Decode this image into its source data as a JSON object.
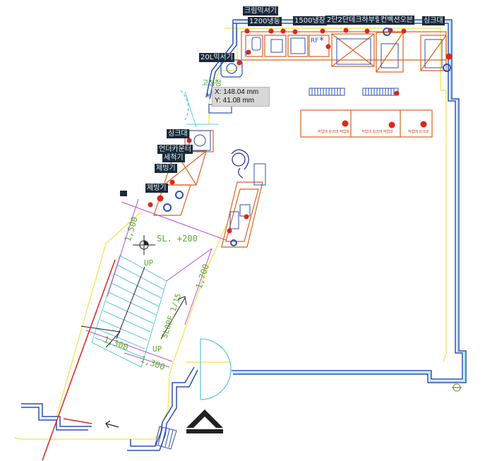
{
  "labels": {
    "cream_washer": "크림믹서기",
    "fridge_1200": "1200냉동",
    "fridge_1500": "1500냉장",
    "table_2tier": "2단2단데크하부랄온",
    "convection_oven": "컨벡션오븐",
    "sink_top": "싱크대",
    "washer_20l": "20L믹서기",
    "fixed_station": "고정점",
    "sink_left": "싱크대",
    "counter_washer_line1": "언더카운터",
    "counter_washer_line2": "세척기",
    "ice_maker_1": "제빙기",
    "ice_maker_2": "제빙기"
  },
  "cursor_readout": {
    "x": "X: 148.04 mm",
    "y": "Y: 41.08 mm"
  },
  "dimensions": {
    "d1500": "1,500",
    "d1700": "1,700",
    "d1300_a": "1,300",
    "d1300_b": "1,300",
    "level": "SL. +200",
    "up_top": "UP",
    "up_bottom": "UP",
    "slope": "SLOPE 1/15"
  },
  "bench_labels": [
    "작업대 싱크대 작업대",
    "작업대 싱크대 작업대",
    "작업대 싱크대"
  ],
  "fridge_tag": "RF",
  "colors": {
    "wall_blue": "#2f4fb4",
    "wall_cyan": "#5fc8d8",
    "boundary_yellow": "#f2e24a",
    "equipment_orange": "#d9621e",
    "equipment_red": "#e0261a",
    "dimension_magenta": "#b64fd2",
    "dimension_green": "#5fa832",
    "label_bg": "#1b2a3a"
  }
}
